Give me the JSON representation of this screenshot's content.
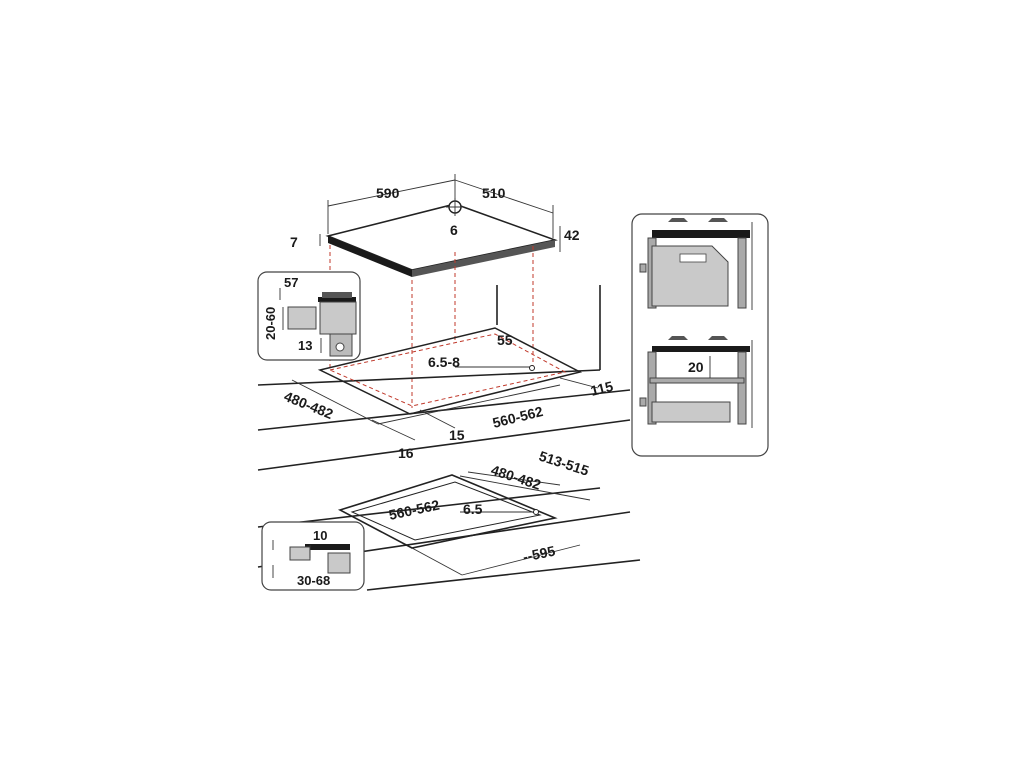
{
  "dimensions": {
    "hob_width": "590",
    "hob_depth": "510",
    "hob_gas_inlet": "6",
    "hob_left_thickness": "7",
    "hob_height": "42",
    "inset_a_top": "57",
    "inset_a_side": "20-60",
    "inset_a_bottom": "13",
    "cutout_inner_gap": "55",
    "cutout_corner_radius": "6.5-8",
    "cutout_depth": "480-482",
    "cutout_back_offset": "115",
    "cutout_front_gap": "15",
    "cutout_width": "560-562",
    "cutout_front_distance": "16",
    "flush_outer_depth": "513-515",
    "flush_inner_depth": "480-482",
    "flush_inner_width": "560-562",
    "flush_corner_radius": "6.5",
    "flush_outer_width": "--595",
    "inset_b_top": "10",
    "inset_b_range": "30-68",
    "oven_gap": "20"
  },
  "colors": {
    "line": "#222222",
    "dashed": "#c0392b",
    "fill": "#c9c9c9"
  }
}
